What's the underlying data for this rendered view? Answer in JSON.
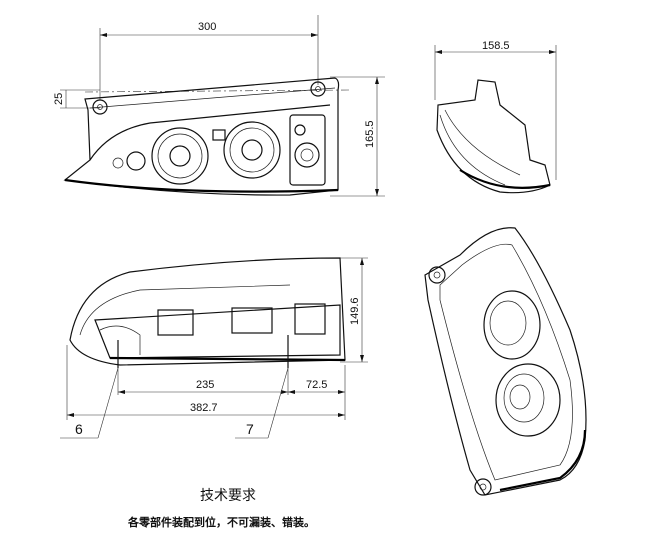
{
  "dimensions": {
    "front_width": "300",
    "front_offset": "25",
    "front_height": "165.5",
    "side_width": "158.5",
    "bottom_height": "149.6",
    "bottom_span_a": "235",
    "bottom_span_b": "72.5",
    "bottom_total": "382.7"
  },
  "callouts": {
    "part_6": "6",
    "part_7": "7"
  },
  "notes": {
    "title": "技术要求",
    "text": "各零部件装配到位，不可漏装、错装。"
  }
}
